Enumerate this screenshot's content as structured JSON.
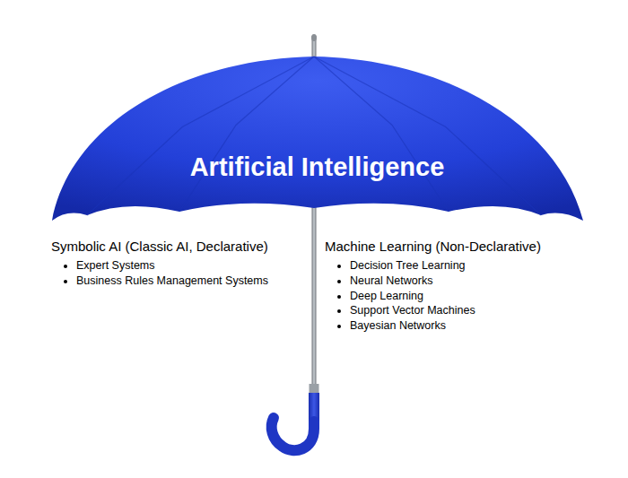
{
  "diagram": {
    "nodes": [
      {
        "text": [
          "Artificial Intelligence"
        ]
      }
    ],
    "labels": [
      "Symbolic AI (Classic AI, Declarative)",
      "Expert Systems",
      "Business Rules Management Systems",
      "Machine Learning (Non-Declarative)",
      "Decision Tree Learning",
      "Neural Networks",
      "Deep Learning",
      "Support Vector Machines",
      "Bayesian Networks"
    ]
  }
}
